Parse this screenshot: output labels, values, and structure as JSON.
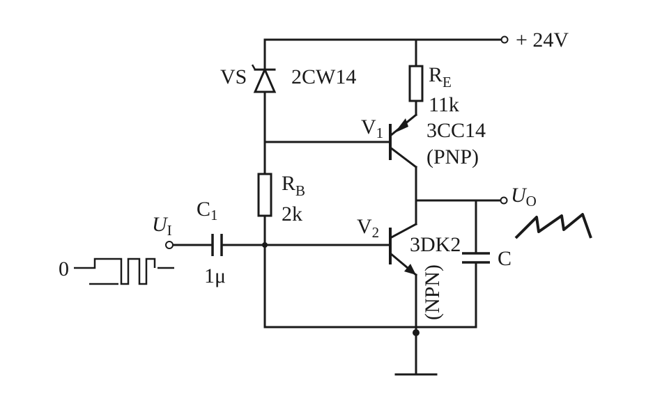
{
  "supply": {
    "label": "+ 24V"
  },
  "zener": {
    "ref": "VS",
    "part": "2CW14"
  },
  "re": {
    "ref": "R",
    "ref_sub": "E",
    "value": "11k"
  },
  "v1": {
    "ref": "V",
    "ref_sub": "1",
    "part": "3CC14",
    "type": "(PNP)"
  },
  "rb": {
    "ref": "R",
    "ref_sub": "B",
    "value": "2k"
  },
  "v2": {
    "ref": "V",
    "ref_sub": "2",
    "part": "3DK2",
    "type": "(NPN)"
  },
  "c1": {
    "ref": "C",
    "ref_sub": "1",
    "value": "1μ"
  },
  "cap": {
    "ref": "C"
  },
  "input": {
    "sym": "U",
    "sub": "I",
    "baseline": "0"
  },
  "output": {
    "sym": "U",
    "sub": "O"
  }
}
